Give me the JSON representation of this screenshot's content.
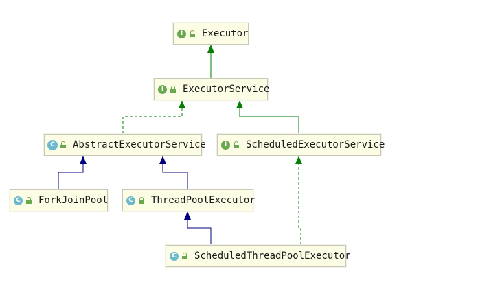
{
  "colors": {
    "extends_arrow": "#00007f",
    "implements_arrow": "#007f00",
    "node_fill": "#fdfde5",
    "interface_badge": "#6aa84f",
    "class_badge": "#6cb8cc"
  },
  "nodes": {
    "executor": {
      "name": "Executor",
      "kind": "interface",
      "badge": "I"
    },
    "executor_service": {
      "name": "ExecutorService",
      "kind": "interface",
      "badge": "I"
    },
    "abstract_executor_service": {
      "name": "AbstractExecutorService",
      "kind": "abstract-class",
      "badge": "C"
    },
    "scheduled_executor_service": {
      "name": "ScheduledExecutorService",
      "kind": "interface",
      "badge": "I"
    },
    "fork_join_pool": {
      "name": "ForkJoinPool",
      "kind": "class",
      "badge": "C"
    },
    "thread_pool_executor": {
      "name": "ThreadPoolExecutor",
      "kind": "class",
      "badge": "C"
    },
    "scheduled_thread_pool_executor": {
      "name": "ScheduledThreadPoolExecutor",
      "kind": "class",
      "badge": "C"
    }
  },
  "relations": [
    {
      "from": "executor_service",
      "to": "executor",
      "type": "extends-interface"
    },
    {
      "from": "abstract_executor_service",
      "to": "executor_service",
      "type": "implements"
    },
    {
      "from": "scheduled_executor_service",
      "to": "executor_service",
      "type": "extends-interface"
    },
    {
      "from": "fork_join_pool",
      "to": "abstract_executor_service",
      "type": "extends"
    },
    {
      "from": "thread_pool_executor",
      "to": "abstract_executor_service",
      "type": "extends"
    },
    {
      "from": "scheduled_thread_pool_executor",
      "to": "thread_pool_executor",
      "type": "extends"
    },
    {
      "from": "scheduled_thread_pool_executor",
      "to": "scheduled_executor_service",
      "type": "implements"
    }
  ],
  "icons": {
    "visibility": "lock-icon"
  }
}
